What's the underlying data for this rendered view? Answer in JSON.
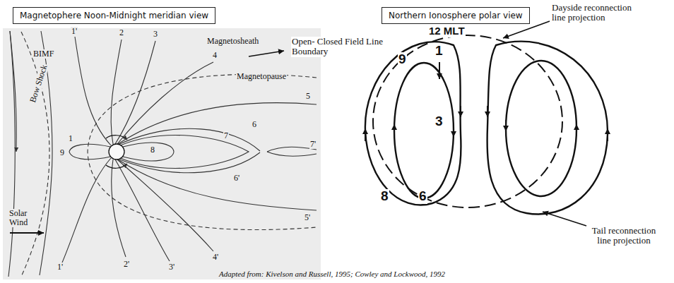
{
  "diagram": {
    "caption": "Adapted from: Kivelson and Russell, 1995; Cowley and Lockwood, 1992",
    "nodes": [
      {
        "text": [
          "Magnetophere Noon-Midnight meridian view"
        ]
      },
      {
        "text": [
          "Northern Ionosphere polar view"
        ]
      }
    ],
    "labels": [
      "1'",
      "BIMF",
      "Bow Shock",
      "2",
      "3",
      "4",
      "Magnetosheath",
      "Magnetopause",
      "5",
      "6",
      "7",
      "7'",
      "8",
      "9",
      "1",
      "6'",
      "5'",
      "4'",
      "3'",
      "2'",
      "1'",
      "Solar Wind",
      "12 MLT",
      "Open- Closed Field Line Boundary",
      "Dayside reconnection line projection",
      "1",
      "9",
      "3",
      "8",
      "6",
      "Tail reconnection line projection"
    ]
  }
}
